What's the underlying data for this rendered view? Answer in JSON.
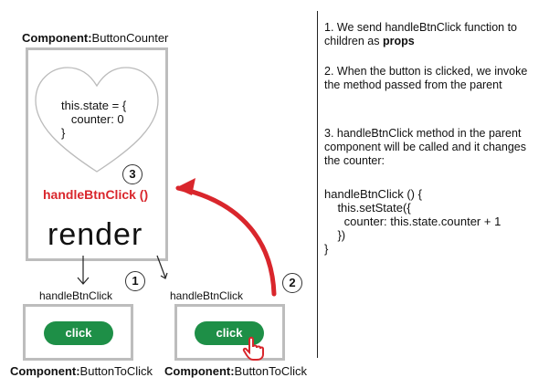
{
  "parent": {
    "label_prefix": "Component:",
    "label_name": "ButtonCounter",
    "state_code": "this.state = {\n   counter: 0\n}",
    "method": "handleBtnClick ()",
    "render": "render"
  },
  "children": [
    {
      "prop": "handleBtnClick",
      "button": "click",
      "label_prefix": "Component:",
      "label_name": "ButtonToClick",
      "number": "1"
    },
    {
      "prop": "handleBtnClick",
      "button": "click",
      "label_prefix": "Component:",
      "label_name": "ButtonToClick",
      "number": "2"
    }
  ],
  "step3_number": "3",
  "notes": {
    "n1_pre": "1. We send handleBtnClick function to children as ",
    "n1_bold": "props",
    "n2": "2. When the button is clicked, we invoke the method passed from the parent",
    "n3": "3. handleBtnClick method in the parent component will be called and it changes the counter:",
    "code": "handleBtnClick () {\n    this.setState({\n      counter: this.state.counter + 1\n    })\n}"
  },
  "colors": {
    "accent_red": "#d9262c",
    "button_green": "#1e8f47",
    "box_gray": "#bdbdbd"
  }
}
